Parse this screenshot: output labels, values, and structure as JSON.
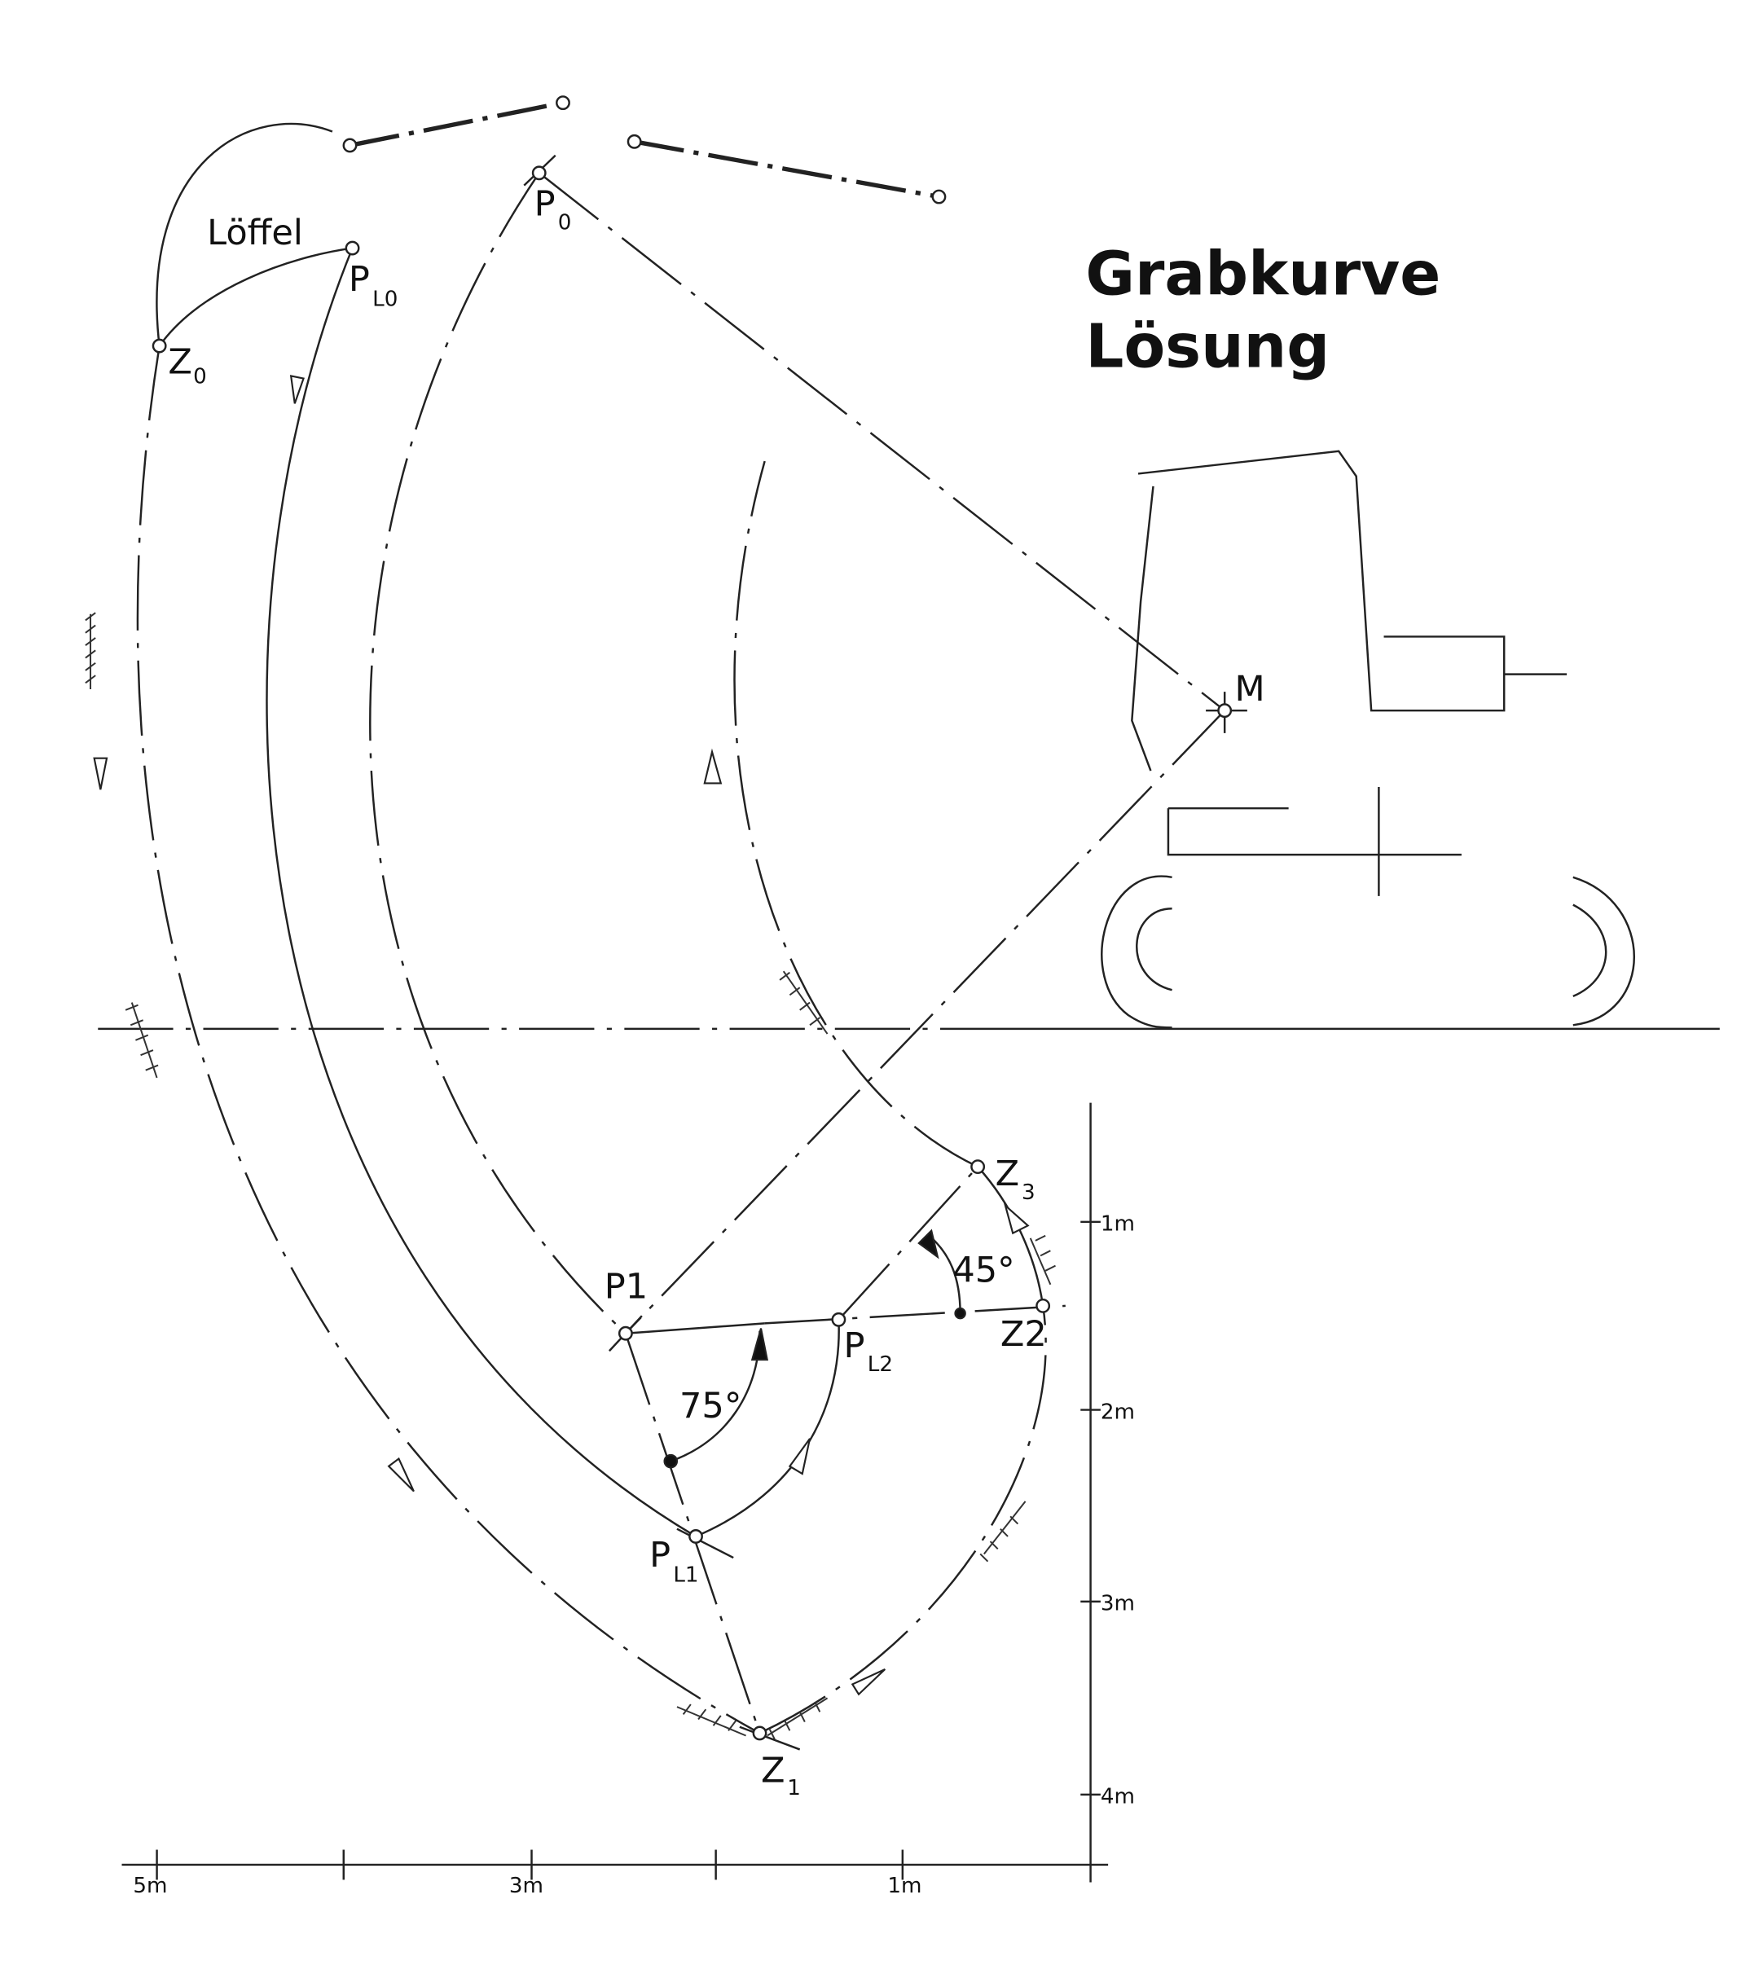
{
  "title": {
    "line1": "Grabkurve",
    "line2": "Lösung"
  },
  "labels": {
    "loeffel": "Löffel",
    "P0": {
      "main": "P",
      "sub": "0"
    },
    "PL0": {
      "main": "P",
      "sub": "L0"
    },
    "Z0": {
      "main": "Z",
      "sub": "0"
    },
    "M": "M",
    "P1": "P1",
    "PL1": {
      "main": "P",
      "sub": "L1"
    },
    "PL2": {
      "main": "P",
      "sub": "L2"
    },
    "Z1": {
      "main": "Z",
      "sub": "1"
    },
    "Z2": "Z2",
    "Z3": {
      "main": "Z",
      "sub": "3"
    },
    "angle75": "75°",
    "angle45": "45°"
  },
  "x_axis": {
    "ticks": [
      "5m",
      "3m",
      "1m"
    ]
  },
  "y_axis": {
    "ticks": [
      "1m",
      "2m",
      "3m",
      "4m"
    ]
  }
}
